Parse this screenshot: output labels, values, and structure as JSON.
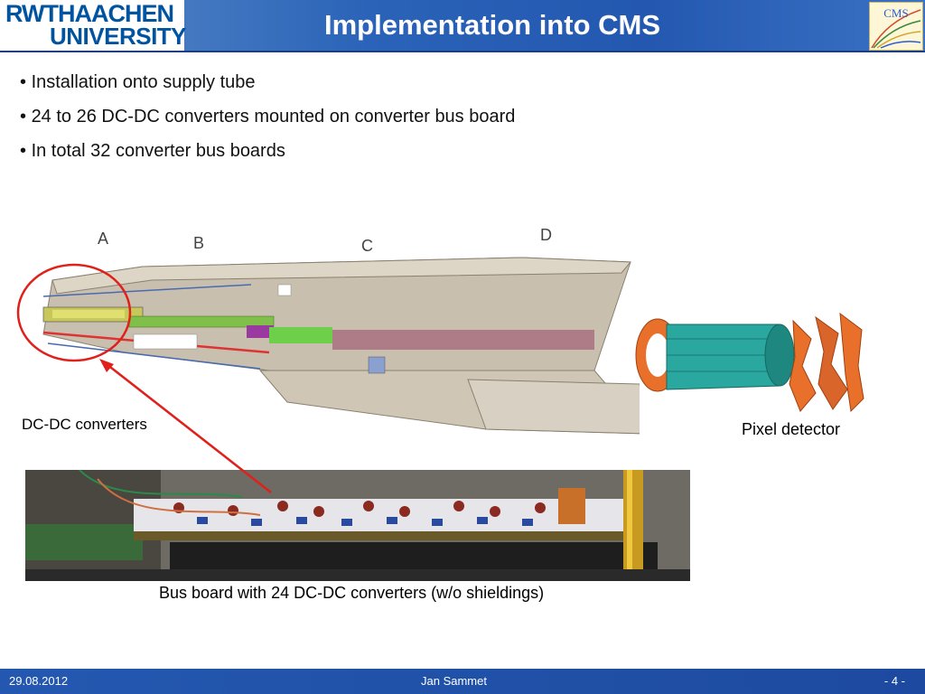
{
  "header": {
    "logo_line1_a": "RWTH",
    "logo_line1_b": "AACHEN",
    "logo_line2": "UNIVERSITY",
    "title": "Implementation into CMS",
    "cms_logo_text": "CMS"
  },
  "bullets": [
    "Installation onto supply tube",
    "24 to 26 DC-DC converters mounted on converter bus board",
    "In total 32 converter bus boards"
  ],
  "figure": {
    "section_labels": [
      "A",
      "B",
      "C",
      "D"
    ],
    "label_dcdc": "DC-DC  converters",
    "label_pixel": "Pixel detector",
    "caption": "Bus board with 24 DC-DC converters (w/o shieldings)"
  },
  "colors": {
    "header_blue": "#2458b0",
    "highlight_red": "#e0201b",
    "tube_tan": "#c9bfae"
  },
  "footer": {
    "date": "29.08.2012",
    "author": "Jan Sammet",
    "page": "- 4 -"
  }
}
